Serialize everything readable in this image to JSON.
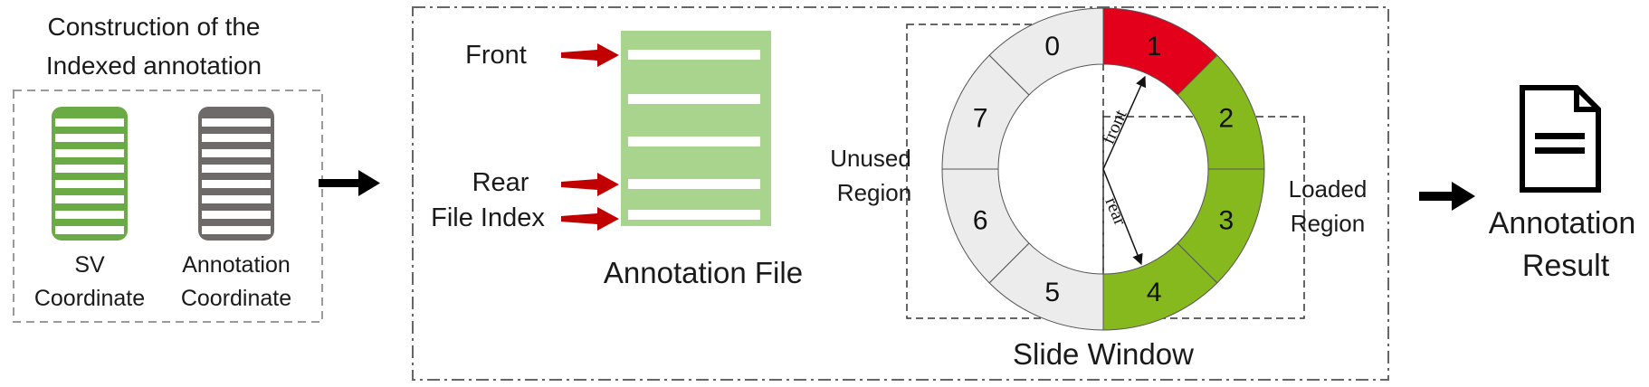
{
  "left_panel": {
    "title_line1": "Construction of the",
    "title_line2": "Indexed annotation",
    "sv_label_line1": "SV",
    "sv_label_line2": "Coordinate",
    "annot_label_line1": "Annotation",
    "annot_label_line2": "Coordinate"
  },
  "annotation_file": {
    "front_label": "Front",
    "rear_label": "Rear",
    "file_index_label": "File Index",
    "caption": "Annotation File"
  },
  "slide_window": {
    "caption": "Slide Window",
    "unused_line1": "Unused",
    "unused_line2": "Region",
    "loaded_line1": "Loaded",
    "loaded_line2": "Region",
    "front_pointer": "front",
    "rear_pointer": "rear",
    "segments": [
      {
        "label": "0",
        "state": "unused"
      },
      {
        "label": "1",
        "state": "front"
      },
      {
        "label": "2",
        "state": "loaded"
      },
      {
        "label": "3",
        "state": "loaded"
      },
      {
        "label": "4",
        "state": "loaded"
      },
      {
        "label": "5",
        "state": "unused"
      },
      {
        "label": "6",
        "state": "unused"
      },
      {
        "label": "7",
        "state": "unused"
      }
    ]
  },
  "result": {
    "line1": "Annotation",
    "line2": "Result",
    "icon": "document-icon"
  },
  "colors": {
    "green_bar": "#6aab45",
    "gray_bar": "#6f6a6a",
    "file_green": "#a8d48e",
    "ring_red": "#e3001b",
    "ring_green": "#86b91e",
    "ring_gray": "#ececec",
    "arrow_red": "#c00000"
  }
}
